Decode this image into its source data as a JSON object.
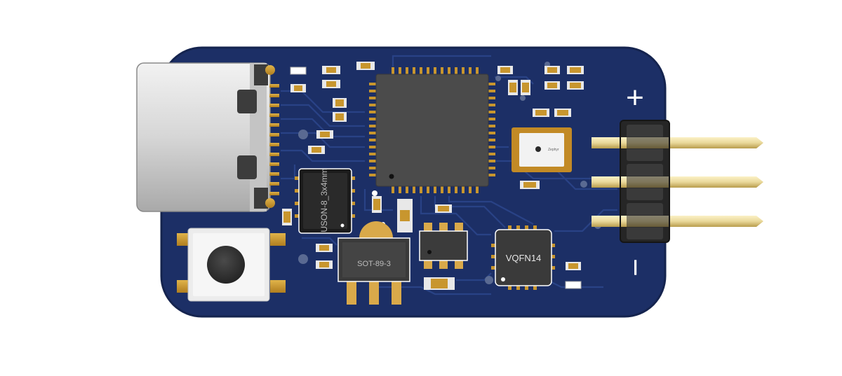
{
  "board": {
    "plus_label": "+",
    "minus_label": "−",
    "ic_son8_label": "USON-8_3x4mm",
    "ic_sot89_label": "SOT-89-3",
    "ic_vqfn_label": "VQFN14",
    "module_logo_text": "Zephyr",
    "colors": {
      "pcb": "#1c2f66",
      "pcb_edge": "#233a7a",
      "trace": "#2a4488",
      "pad_gold": "#c8962e",
      "silkscreen": "#ffffff",
      "chip": "#4a4a4a",
      "header": "#2a2a2a",
      "pin": "#e9d89a"
    }
  }
}
